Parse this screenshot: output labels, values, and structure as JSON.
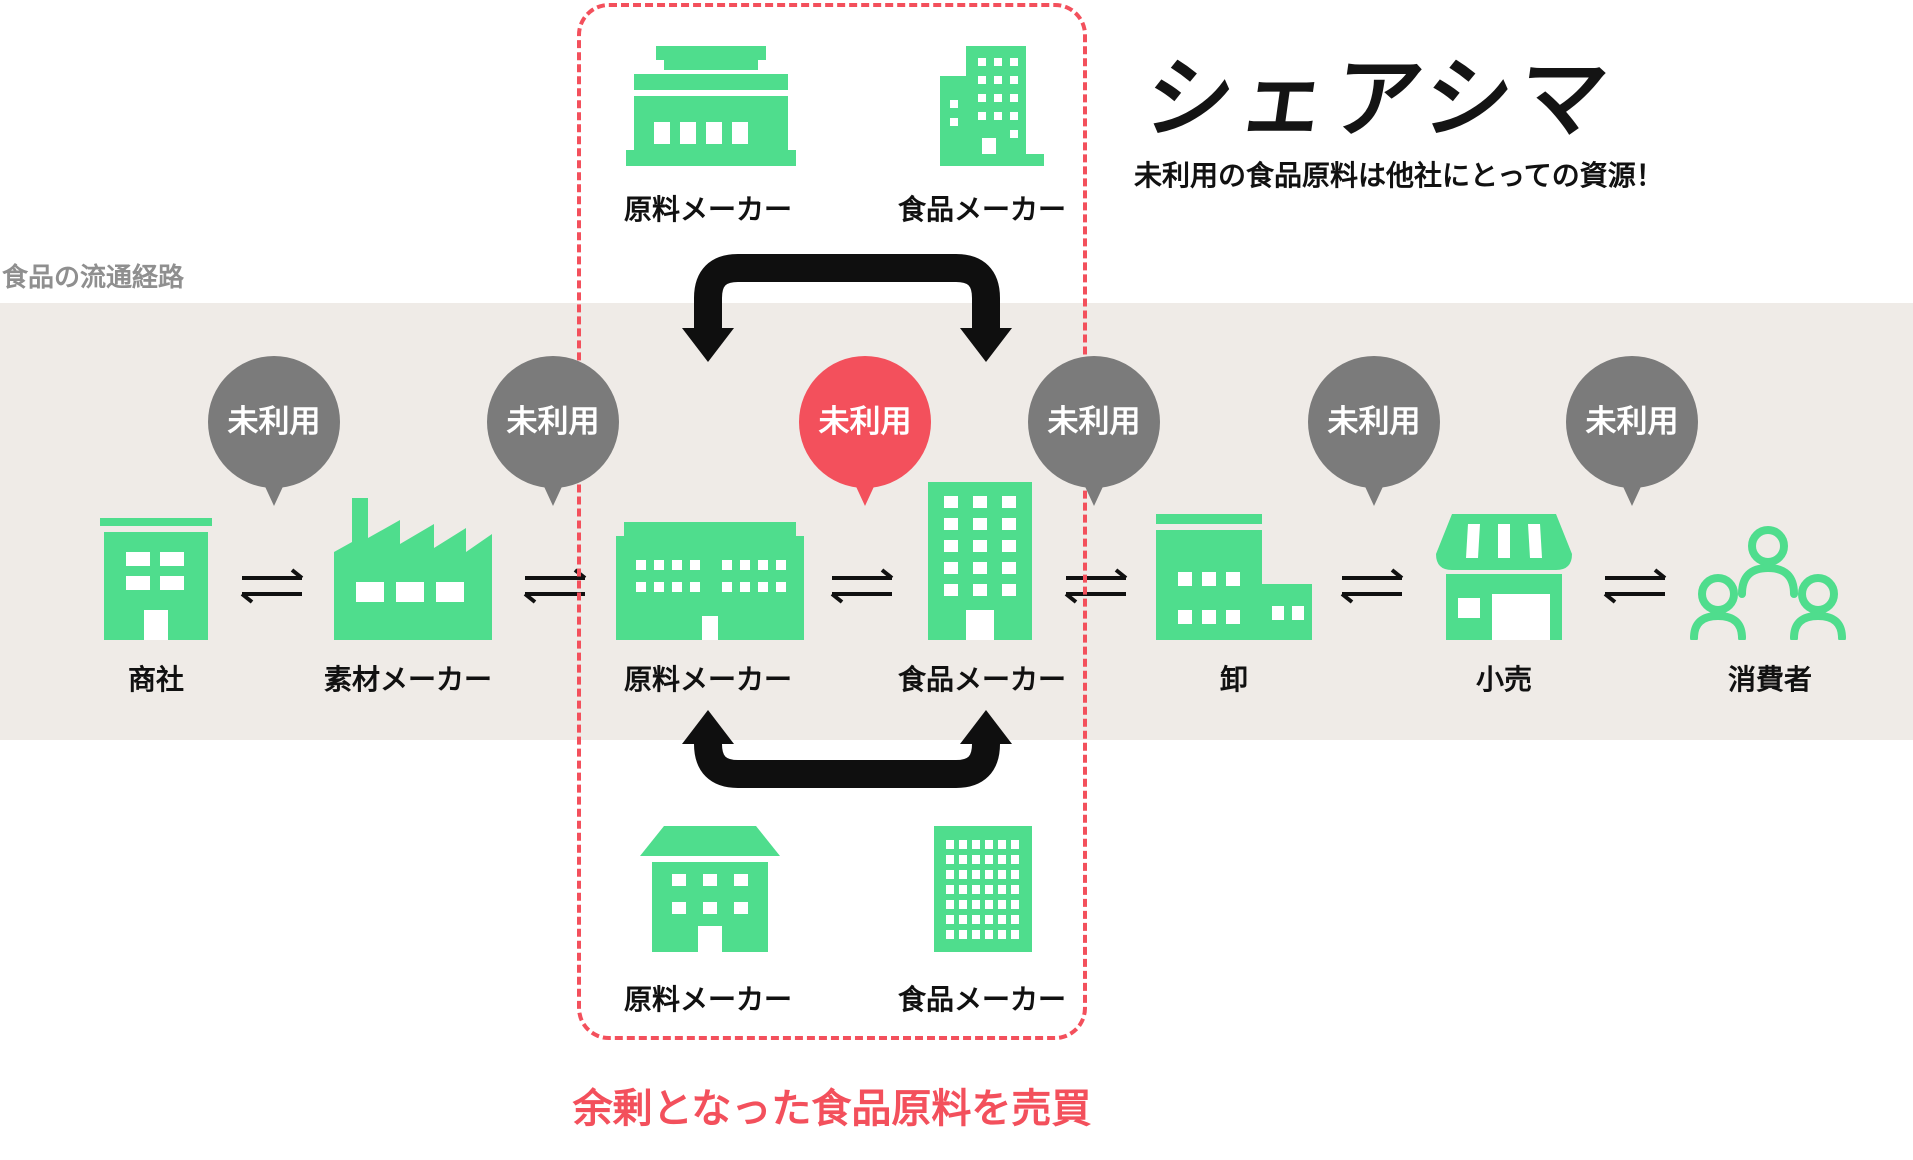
{
  "brand": {
    "logo_text": "シェアシマ",
    "tagline": "未利用の食品原料は他社にとっての資源！"
  },
  "section_label": "食品の流通経路",
  "flow": [
    {
      "name": "trading-company",
      "label": "商社",
      "icon": "office-building-icon"
    },
    {
      "name": "material-maker",
      "label": "素材メーカー",
      "icon": "factory-icon"
    },
    {
      "name": "ingredient-maker",
      "label": "原料メーカー",
      "icon": "office-building-icon"
    },
    {
      "name": "food-maker",
      "label": "食品メーカー",
      "icon": "tower-building-icon"
    },
    {
      "name": "wholesale",
      "label": "卸",
      "icon": "warehouse-icon"
    },
    {
      "name": "retail",
      "label": "小売",
      "icon": "storefront-icon"
    },
    {
      "name": "consumers",
      "label": "消費者",
      "icon": "people-icon"
    }
  ],
  "unused_bubbles": [
    {
      "text": "未利用",
      "highlight": false
    },
    {
      "text": "未利用",
      "highlight": false
    },
    {
      "text": "未利用",
      "highlight": true
    },
    {
      "text": "未利用",
      "highlight": false
    },
    {
      "text": "未利用",
      "highlight": false
    },
    {
      "text": "未利用",
      "highlight": false
    }
  ],
  "exchange": {
    "top_left_label": "原料メーカー",
    "top_right_label": "食品メーカー",
    "bottom_left_label": "原料メーカー",
    "bottom_right_label": "食品メーカー",
    "caption": "余剰となった食品原料を売買"
  },
  "colors": {
    "icon_green": "#4fdd8d",
    "accent_red": "#f3505c",
    "bubble_gray": "#7b7b7b",
    "band_beige": "#efebe7",
    "label_gray": "#8f8f8f"
  }
}
